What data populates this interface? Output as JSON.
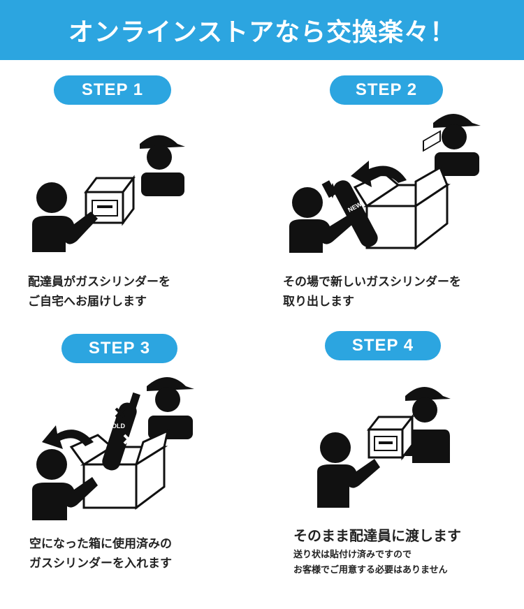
{
  "banner": {
    "title": "オンラインストアなら交換楽々！"
  },
  "steps": [
    {
      "label": "STEP 1",
      "caption": [
        "配達員がガスシリンダーを",
        "ご自宅へお届けします"
      ]
    },
    {
      "label": "STEP 2",
      "caption": [
        "その場で新しいガスシリンダーを",
        "取り出します"
      ],
      "bottle_tag": "NEW"
    },
    {
      "label": "STEP 3",
      "caption": [
        "空になった箱に使用済みの",
        "ガスシリンダーを入れます"
      ],
      "bottle_tag": "OLD"
    },
    {
      "label": "STEP 4",
      "caption": [
        "そのまま配達員に渡します"
      ],
      "notes": [
        "送り状は貼付け済みですので",
        "お客様でご用意する必要はありません"
      ]
    }
  ],
  "icons": [
    "person-icon",
    "delivery-person-icon",
    "box-icon",
    "gas-cylinder-icon",
    "arrow-icon",
    "sparkle-icon",
    "cross-mark-icon"
  ],
  "colors": {
    "accent": "#2ca5e0",
    "ink": "#111111"
  }
}
